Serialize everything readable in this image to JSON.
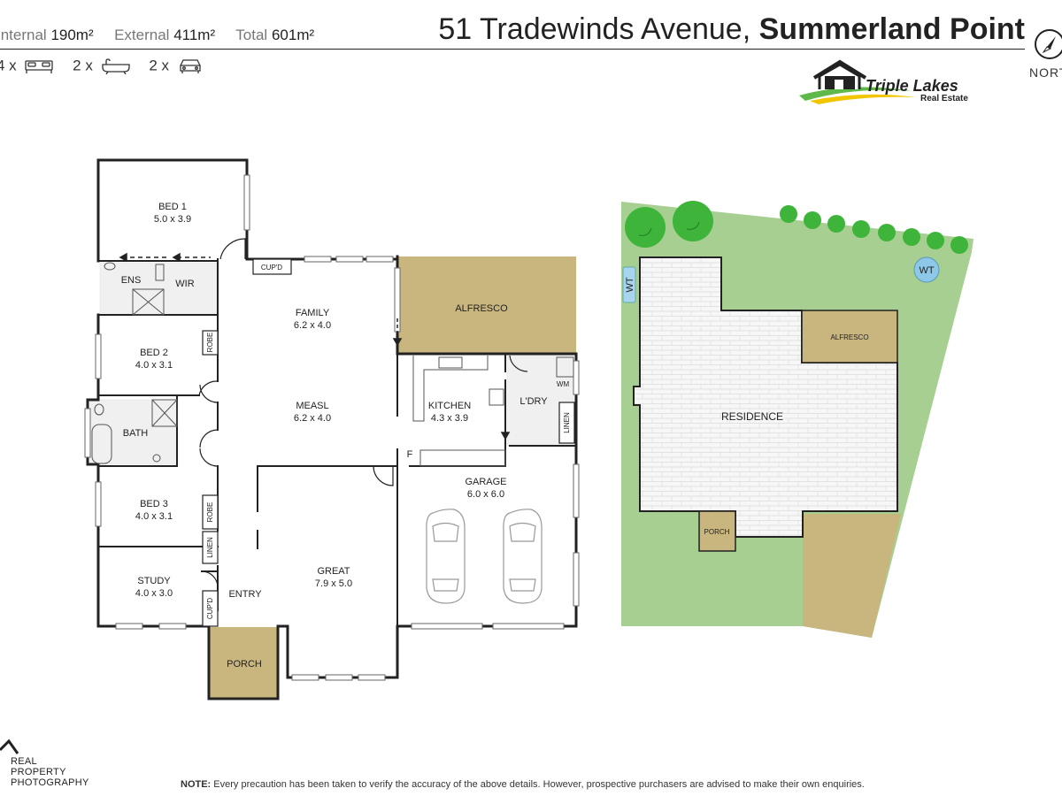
{
  "header": {
    "internal_label": "Internal",
    "internal_value": "190m²",
    "external_label": "External",
    "external_value": "411m²",
    "total_label": "Total",
    "total_value": "601m²",
    "address_street": "51 Tradewinds Avenue,",
    "address_suburb": "Summerland Point",
    "north_label": "NORTH"
  },
  "features": {
    "bed_count": "4 x",
    "bath_count": "2 x",
    "car_count": "2 x",
    "icons": [
      "bed-icon",
      "bath-icon",
      "car-icon"
    ]
  },
  "logo": {
    "name": "Triple Lakes",
    "sub": "Real Estate"
  },
  "rooms": {
    "bed1": {
      "name": "BED 1",
      "dims": "5.0 x 3.9"
    },
    "bed2": {
      "name": "BED 2",
      "dims": "4.0 x 3.1"
    },
    "bed3": {
      "name": "BED 3",
      "dims": "4.0 x 3.1"
    },
    "study": {
      "name": "STUDY",
      "dims": "4.0 x 3.0"
    },
    "family": {
      "name": "FAMILY",
      "dims": "6.2 x 4.0"
    },
    "measl": {
      "name": "MEASL",
      "dims": "6.2 x 4.0"
    },
    "kitchen": {
      "name": "KITCHEN",
      "dims": "4.3 x 3.9"
    },
    "great": {
      "name": "GREAT",
      "dims": "7.9 x 5.0"
    },
    "garage": {
      "name": "GARAGE",
      "dims": "6.0 x 6.0"
    },
    "alfresco": "ALFRESCO",
    "ldry": "L'DRY",
    "ens": "ENS",
    "wir": "WIR",
    "bath": "BATH",
    "entry": "ENTRY",
    "porch": "PORCH",
    "cupd": "CUP'D",
    "robe": "ROBE",
    "linen": "LINEN",
    "wm": "WM",
    "fridge": "F"
  },
  "site": {
    "residence": "RESIDENCE",
    "alfresco": "ALFRESCO",
    "porch": "PORCH",
    "water_tank": "WT"
  },
  "footer": {
    "brand_lines": [
      "REAL",
      "PROPERTY",
      "PHOTOGRAPHY"
    ],
    "note_label": "NOTE:",
    "note_text": " Every precaution has been taken to verify the accuracy of the above details. However, prospective purchasers are advised to make their own enquiries."
  },
  "colors": {
    "alfresco": "#c9b57e",
    "porch": "#c9b57e",
    "lawn": "#a6cf91",
    "tree": "#3eb43a",
    "water_tank": "#8ec8e8"
  }
}
